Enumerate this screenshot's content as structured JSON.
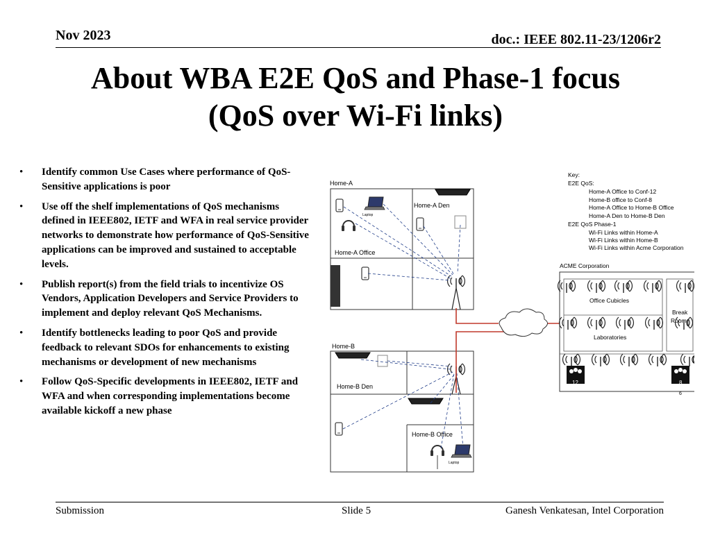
{
  "header": {
    "date": "Nov 2023",
    "doc": "doc.: IEEE 802.11-23/1206r2"
  },
  "title": {
    "line1": "About WBA E2E QoS and Phase-1 focus",
    "line2": "(QoS over Wi-Fi links)"
  },
  "bullets": [
    "Identify common Use Cases where performance of QoS-Sensitive applications is poor",
    "Use off the shelf implementations of QoS mechanisms defined in IEEE802, IETF and WFA in real service provider networks to demonstrate how performance of QoS-Sensitive applications can be improved and sustained to acceptable levels.",
    "Publish report(s) from the field trials to incentivize OS Vendors, Application Developers and Service Providers to implement and deploy relevant QoS Mechanisms.",
    "Identify bottlenecks leading to poor QoS and provide feedback to relevant SDOs for enhancements to existing mechanisms or development of new mechanisms",
    "Follow QoS-Specific developments in IEEE802, IETF and WFA and when corresponding implementations become available kickoff a new phase"
  ],
  "bullet_marker": "•",
  "diagram": {
    "home_a": "Home-A",
    "home_a_den": "Home-A Den",
    "home_a_office": "Home-A Office",
    "home_b": "Home-B",
    "home_b_den": "Home-B Den",
    "home_b_office": "Home-B Office",
    "laptop": "Laptop",
    "acme": "ACME Corporation",
    "office_cubicles": "Office Cubicles",
    "break_room_1": "Break",
    "break_room_2": "Room",
    "laboratories": "Laboratories",
    "conf_12": "12",
    "conf_8": "8",
    "conf_8_suffix": "6",
    "key": {
      "title": "Key:",
      "e2e": "E2E QoS:",
      "e2e_items": [
        "Home-A Office to Conf-12",
        "Home-B office to Conf-8",
        "Home-A Office to Home-B Office",
        "Home-A Den to Home-B Den"
      ],
      "phase1": "E2E QoS Phase-1",
      "phase1_items": [
        "Wi-Fi Links within Home-A",
        "Wi-Fi Links within Home-B",
        "Wi-Fi Links within Acme Corporation"
      ]
    },
    "colors": {
      "wan_link": "#c0392b",
      "wifi_link": "#1f3c88",
      "device": "#444444"
    }
  },
  "footer": {
    "left": "Submission",
    "center": "Slide 5",
    "right": "Ganesh Venkatesan, Intel Corporation"
  }
}
